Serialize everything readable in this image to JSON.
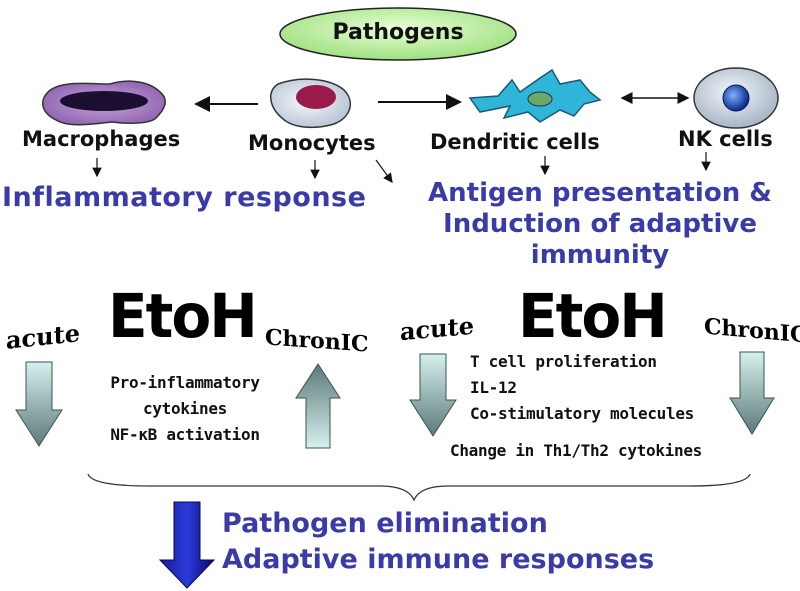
{
  "title": "Pathogens",
  "cells": {
    "macrophages": "Macrophages",
    "monocytes": "Monocytes",
    "dendritic": "Dendritic cells",
    "nk": "NK cells"
  },
  "responses": {
    "inflammatory": "Inflammatory response",
    "antigen_line1": "Antigen presentation &",
    "antigen_line2": "Induction of adaptive",
    "antigen_line3": "immunity"
  },
  "left_panel": {
    "etoh": "EtoH",
    "acute": "acute",
    "chronic": "ChronIC",
    "effects": [
      "Pro-inflammatory",
      "cytokines",
      "NF-κB activation"
    ]
  },
  "right_panel": {
    "etoh": "EtoH",
    "acute": "acute",
    "chronic": "ChronIC",
    "effects": [
      "T cell proliferation",
      "IL-12",
      "Co-stimulatory molecules"
    ],
    "change": "Change in Th1/Th2 cytokines"
  },
  "outcome": {
    "line1": "Pathogen elimination",
    "line2": "Adaptive immune responses"
  }
}
